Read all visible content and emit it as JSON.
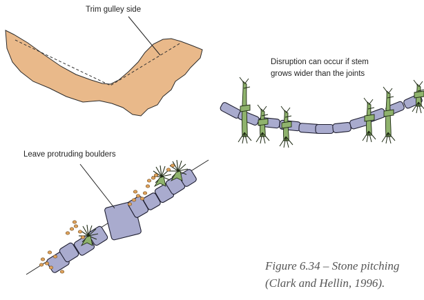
{
  "labels": {
    "trim": "Trim gulley side",
    "disruption_line1": "Disruption can occur if stem",
    "disruption_line2": "grows wider than the joints",
    "boulders": "Leave protruding boulders"
  },
  "caption": {
    "line1": "Figure 6.34 – Stone pitching",
    "line2": "(Clark and Hellin, 1996)."
  },
  "colors": {
    "soil": "#e9b98a",
    "stone": "#a9abce",
    "stone_outline": "#1c1c2e",
    "plant": "#8fb36d",
    "pebble": "#e0a35c"
  }
}
